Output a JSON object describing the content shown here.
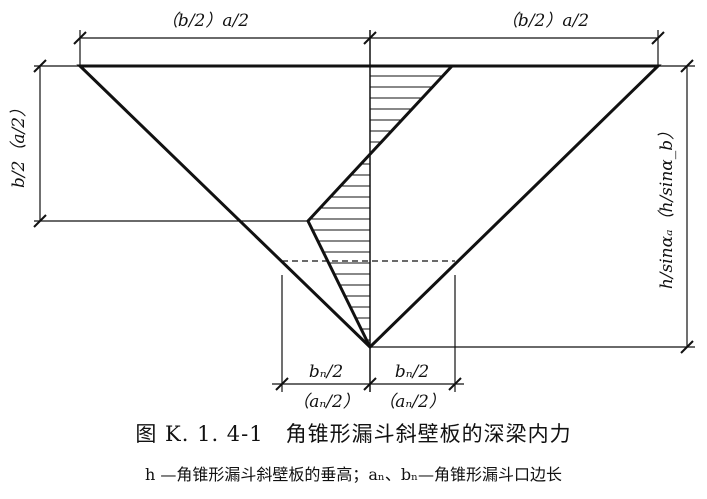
{
  "labels": {
    "top_left": "（b/2）a/2",
    "top_right": "（b/2）a/2",
    "left_dim": "b/2（a/2）",
    "right_dim": "h/sinαₐ（h/sinα_b）",
    "bottom_left_num": "bₙ/2",
    "bottom_left_den": "（aₙ/2）",
    "bottom_right_num": "bₙ/2",
    "bottom_right_den": "（aₙ/2）"
  },
  "caption": "图 K. 1. 4-1　角锥形漏斗斜壁板的深梁内力",
  "note": "h —角锥形漏斗斜壁板的垂高；aₙ、bₙ—角锥形漏斗口边长",
  "colors": {
    "line": "#111111",
    "background": "#ffffff"
  }
}
